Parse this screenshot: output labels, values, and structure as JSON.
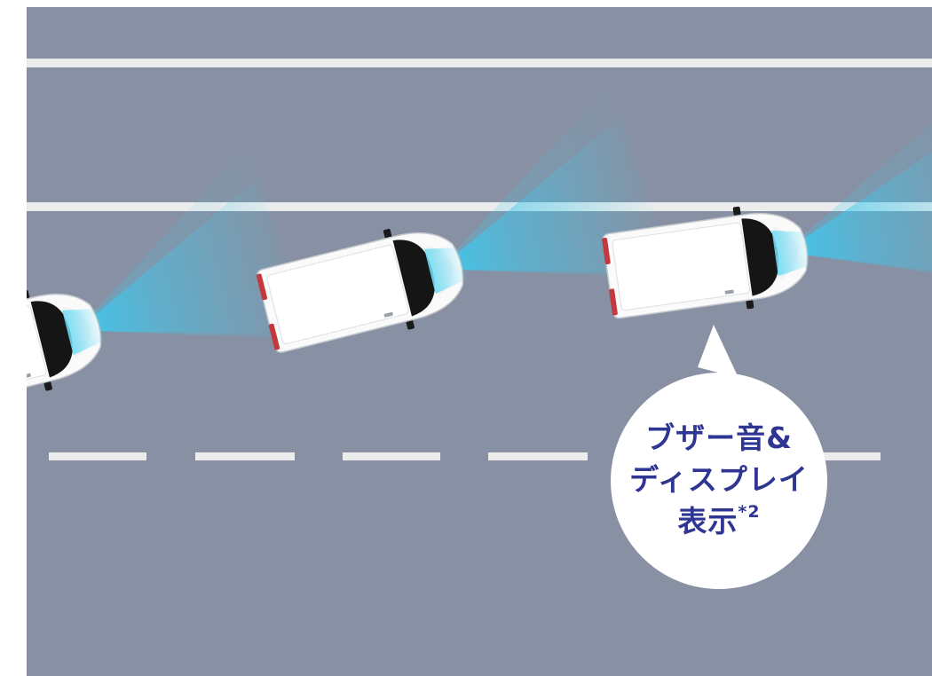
{
  "colors": {
    "road": "#8791a3",
    "lane_marking": "#ececec",
    "car_body": "#fafafa",
    "windshield": "#151515",
    "taillight": "#c23a3e",
    "sensor_beam": "#3ec8ee",
    "callout_bg": "#ffffff",
    "callout_text": "#2f3592"
  },
  "callout": {
    "line1": "ブザー音&",
    "line2": "ディスプレイ",
    "line3": "表示",
    "footnote": "*2"
  }
}
